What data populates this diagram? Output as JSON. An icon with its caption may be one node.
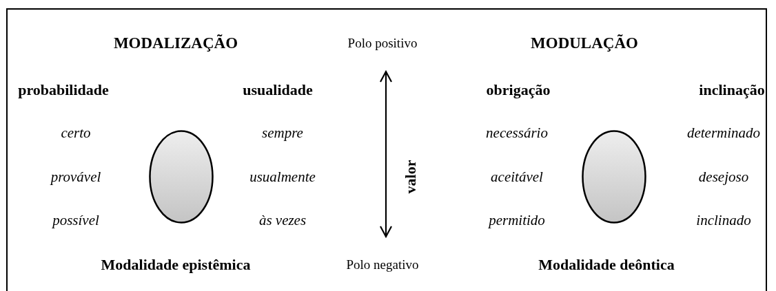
{
  "diagram": {
    "nodes": [
      {
        "text": [
          "Polo positivo"
        ]
      },
      {
        "text": [],
        "shape": "ellipse"
      },
      {
        "text": [],
        "shape": "ellipse"
      },
      {
        "text": [
          "Polo negativo"
        ]
      }
    ],
    "edges": [
      {
        "from": 3,
        "to": 0,
        "arrow": "both"
      }
    ],
    "labels": [
      "MODALIZAÇÃO",
      "MODULAÇÃO",
      "probabilidade",
      "usualidade",
      "obrigação",
      "inclinação",
      "certo",
      "sempre",
      "necessário",
      "determinado",
      "provável",
      "usualmente",
      "valor",
      "aceitável",
      "desejoso",
      "possível",
      "às vezes",
      "permitido",
      "inclinado",
      "Modalidade epistêmica",
      "Modalidade deôntica"
    ]
  }
}
